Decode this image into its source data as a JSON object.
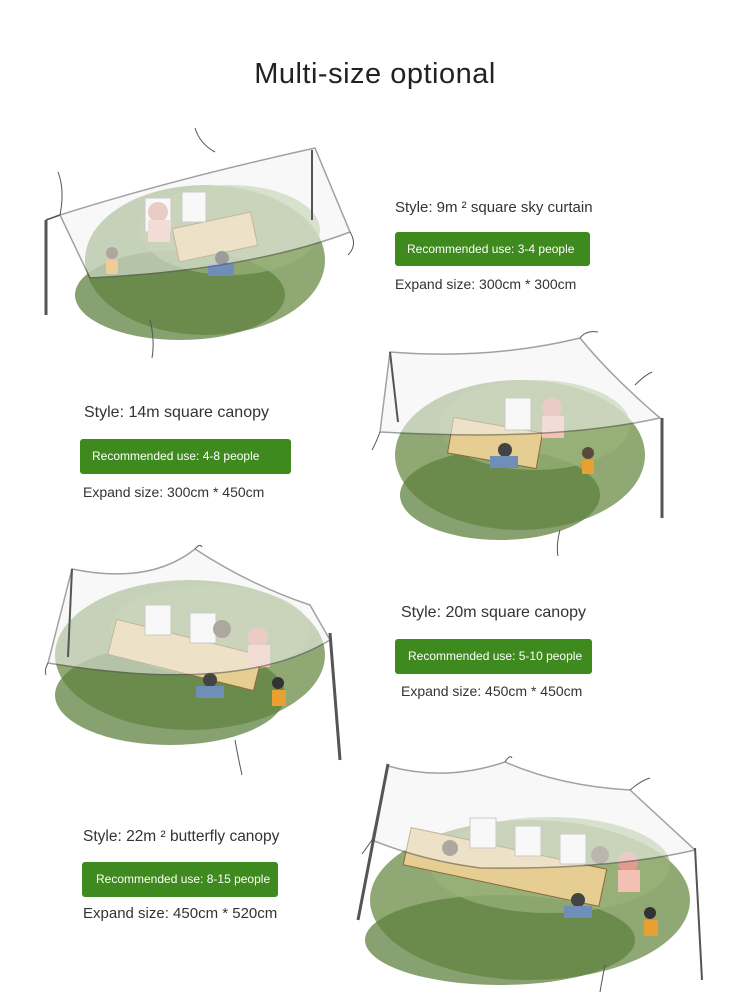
{
  "page": {
    "title": "Multi-size optional"
  },
  "products": [
    {
      "style": "Style: 9m ² square sky curtain",
      "recommended": "Recommended use: 3-4 people",
      "expand": "Expand size: 300cm * 300cm"
    },
    {
      "style": "Style: 14m square canopy",
      "recommended": "Recommended use: 4-8 people",
      "expand": "Expand size: 300cm * 450cm"
    },
    {
      "style": "Style: 20m square canopy",
      "recommended": "Recommended use: 5-10 people",
      "expand": "Expand size: 450cm * 450cm"
    },
    {
      "style": "Style: 22m ² butterfly canopy",
      "recommended": "Recommended use: 8-15 people",
      "expand": "Expand size: 450cm * 520cm"
    }
  ],
  "colors": {
    "badge": "#3f8a1e",
    "grass": "#6f9150",
    "grass_light": "#a8bf8a",
    "canopy": "#f2f2f2",
    "pole": "#555555"
  }
}
